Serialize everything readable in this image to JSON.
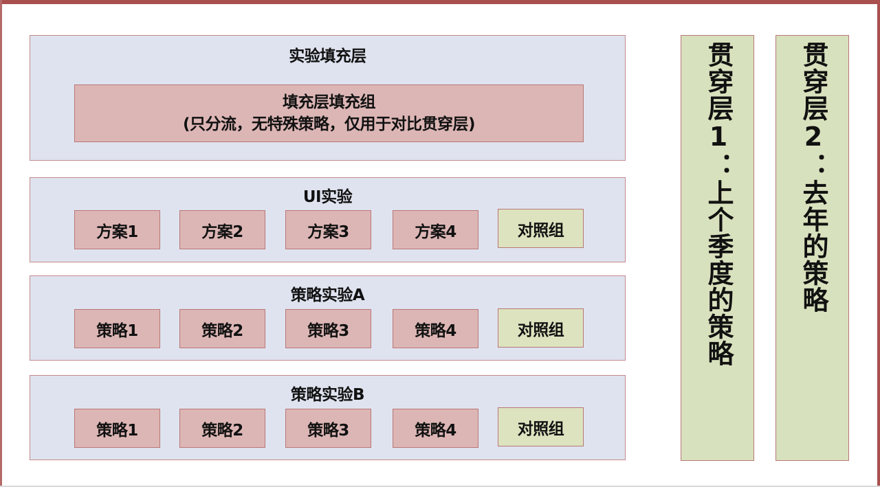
{
  "diagram": {
    "filler_layer": {
      "title": "实验填充层",
      "group": {
        "title": "填充层填充组",
        "subtitle": "(只分流，无特殊策略，仅用于对比贯穿层)"
      }
    },
    "layers": [
      {
        "title": "UI实验",
        "groups": [
          "方案1",
          "方案2",
          "方案3",
          "方案4"
        ],
        "control": "对照组"
      },
      {
        "title": "策略实验A",
        "groups": [
          "策略1",
          "策略2",
          "策略3",
          "策略4"
        ],
        "control": "对照组"
      },
      {
        "title": "策略实验B",
        "groups": [
          "策略1",
          "策略2",
          "策略3",
          "策略4"
        ],
        "control": "对照组"
      }
    ],
    "pillars": [
      {
        "label": "贯穿层1：上个季度的策略"
      },
      {
        "label": "贯穿层2：去年的策略"
      }
    ],
    "colors": {
      "frame": "#a9504f",
      "layer_bg": "#dfe3ef",
      "group_bg": "#dcb6b5",
      "control_bg": "#dce3be",
      "pillar_bg": "#d8e1bd",
      "border": "#b87776"
    }
  }
}
